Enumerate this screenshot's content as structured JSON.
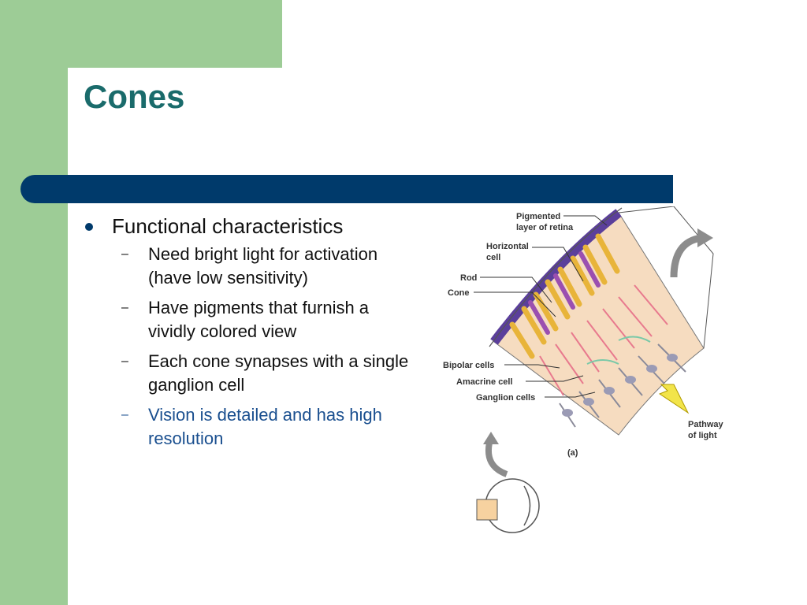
{
  "slide": {
    "title": "Cones",
    "colors": {
      "sidebar_green": "#9dcc96",
      "title_teal": "#1a6b6b",
      "bar_navy": "#003a6b",
      "highlight_blue": "#1a4f8f"
    }
  },
  "bullets": {
    "main": "Functional characteristics",
    "items": [
      "Need bright light for activation (have low sensitivity)",
      "Have pigments that furnish a vividly colored view",
      "Each cone synapses with a single ganglion cell",
      "Vision is detailed and has high resolution"
    ]
  },
  "figure": {
    "labels": {
      "pigmented_1": "Pigmented",
      "pigmented_2": "layer of retina",
      "horizontal_1": "Horizontal",
      "horizontal_2": "cell",
      "rod": "Rod",
      "cone": "Cone",
      "bipolar": "Bipolar cells",
      "amacrine": "Amacrine cell",
      "ganglion": "Ganglion cells",
      "pathway_1": "Pathway",
      "pathway_2": "of light",
      "panel": "(a)"
    }
  }
}
